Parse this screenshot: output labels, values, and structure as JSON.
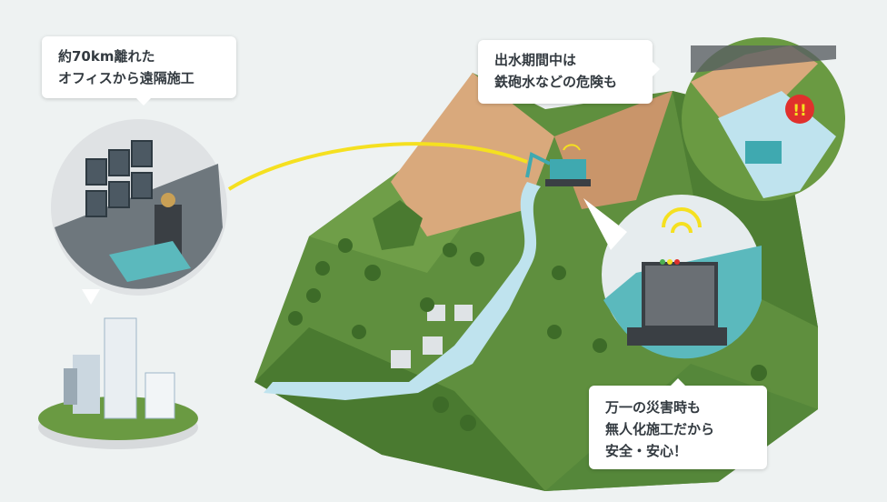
{
  "callouts": {
    "remote_operation": {
      "lines": [
        "約70km離れた",
        "オフィスから遠隔施工"
      ]
    },
    "flood_danger": {
      "lines": [
        "出水期間中は",
        "鉄砲水などの危険も"
      ]
    },
    "safety": {
      "lines": [
        "万一の災害時も",
        "無人化施工だから",
        "安全・安心！"
      ]
    }
  },
  "warning_badge": "!!",
  "colors": {
    "background": "#eef2f2",
    "mountain_green": "#5f8f3e",
    "soil": "#d9a97c",
    "machine_teal": "#3fa9b0",
    "warning_red": "#e0302c",
    "signal_yellow": "#f5e020"
  }
}
